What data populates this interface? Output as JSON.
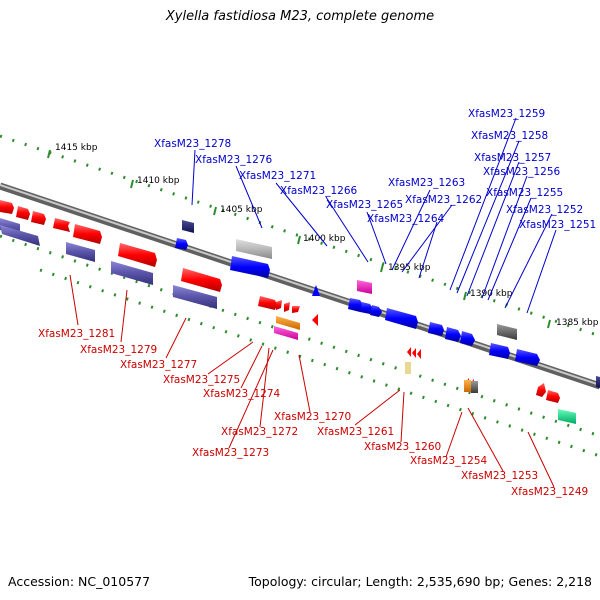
{
  "title": "Xylella fastidiosa M23, complete genome",
  "footer": {
    "accession": "Accession: NC_010577",
    "summary": "Topology: circular; Length: 2,535,690 bp; Genes: 2,218"
  },
  "ticks": [
    "1415 kbp",
    "1410 kbp",
    "1405 kbp",
    "1400 kbp",
    "1395 kbp",
    "1390 kbp",
    "1385 kbp"
  ],
  "genes_top": [
    "XfasM23_1278",
    "XfasM23_1276",
    "XfasM23_1271",
    "XfasM23_1266",
    "XfasM23_1265",
    "XfasM23_1263",
    "XfasM23_1262",
    "XfasM23_1264",
    "XfasM23_1259",
    "XfasM23_1258",
    "XfasM23_1257",
    "XfasM23_1256",
    "XfasM23_1255",
    "XfasM23_1252",
    "XfasM23_1251"
  ],
  "genes_bottom": [
    "XfasM23_1281",
    "XfasM23_1279",
    "XfasM23_1277",
    "XfasM23_1275",
    "XfasM23_1274",
    "XfasM23_1270",
    "XfasM23_1272",
    "XfasM23_1273",
    "XfasM23_1261",
    "XfasM23_1260",
    "XfasM23_1254",
    "XfasM23_1253",
    "XfasM23_1249"
  ],
  "colors": {
    "forward": "#0000ff",
    "reverse": "#ff0000",
    "backbone": "#7a7a7a",
    "tick": "#2e8b2e",
    "purple": "#5a54a8",
    "label_top": "#0000cc",
    "label_bottom": "#cc0000"
  }
}
